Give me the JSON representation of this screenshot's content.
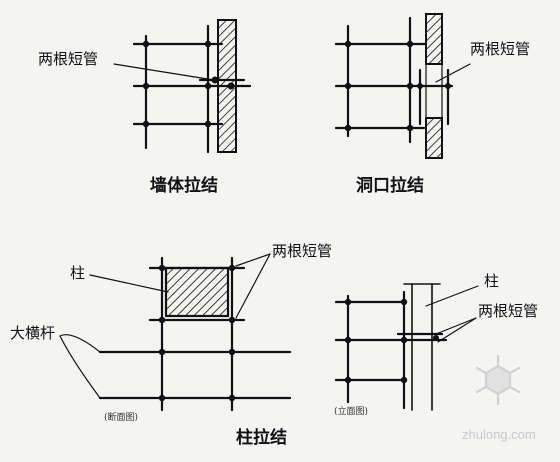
{
  "colors": {
    "ink": "#111111",
    "background": "#f4f4f2",
    "watermark": "#cccccc"
  },
  "labels": {
    "wall_pipes": "两根短管",
    "wall_caption": "墙体拉结",
    "opening_pipes": "两根短管",
    "opening_caption": "洞口拉结",
    "column_pipes": "两根短管",
    "column_label": "柱",
    "ledger_label": "大横杆",
    "section_note": "(断面图)",
    "elev_column_label": "柱",
    "elev_pipes": "两根短管",
    "elevation_note": "(立面图)",
    "column_caption": "柱拉结"
  },
  "watermark": {
    "text": "zhulong.com",
    "icon": "snowflake-logo-icon"
  }
}
